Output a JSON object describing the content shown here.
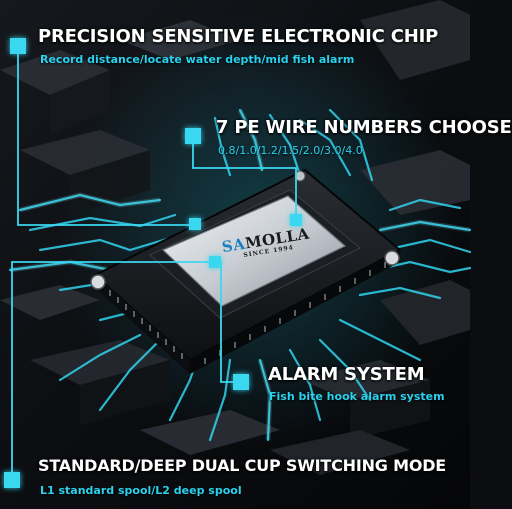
{
  "features": [
    {
      "title": "PRECISION SENSITIVE ELECTRONIC CHIP",
      "subtitle": "Record distance/locate water depth/mid fish alarm"
    },
    {
      "title": "7 PE WIRE NUMBERS CHOOSE",
      "subtitle": "0.8/1.0/1.2/1.5/2.0/3.0/4.0"
    },
    {
      "title": "ALARM SYSTEM",
      "subtitle": "Fish bite hook alarm system"
    },
    {
      "title": "STANDARD/DEEP DUAL CUP SWITCHING MODE",
      "subtitle": "L1 standard spool/L2 deep spool"
    }
  ],
  "chip": {
    "brand_prefix": "SA",
    "brand_rest": "MOLLA",
    "since": "SINCE 1994"
  },
  "colors": {
    "accent": "#3ad7f0",
    "title": "#ffffff",
    "subtitle": "#2ad2ee"
  }
}
